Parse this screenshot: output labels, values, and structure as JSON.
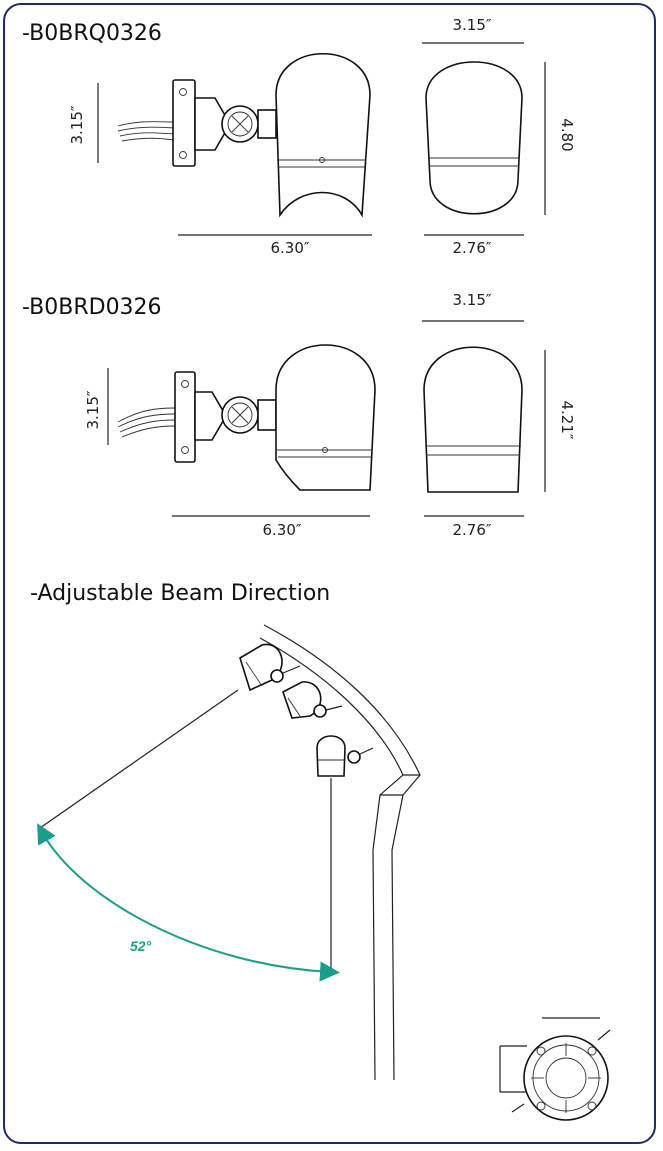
{
  "section1": {
    "model": "-B0BRQ0326",
    "side_height": "3.15″",
    "side_length": "6.30″",
    "front_width_top": "3.15″",
    "front_width_bottom": "2.76″",
    "front_height": "4.80"
  },
  "section2": {
    "model": "-B0BRD0326",
    "side_height": "3.15″",
    "side_length": "6.30″",
    "front_width_top": "3.15″",
    "front_width_bottom": "2.76″",
    "front_height": "4.21″"
  },
  "section3": {
    "title": "-Adjustable Beam Direction",
    "angle": "52°"
  },
  "colors": {
    "border": "#1f2a6b",
    "accent": "#1a9e8c"
  }
}
